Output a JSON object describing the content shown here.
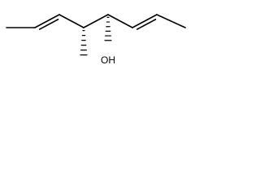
{
  "atoms": [
    {
      "id": "C1",
      "element": "C",
      "label": ""
    },
    {
      "id": "C2",
      "element": "C",
      "label": ""
    },
    {
      "id": "C3",
      "element": "C",
      "label": ""
    },
    {
      "id": "C4",
      "element": "C",
      "label": ""
    },
    {
      "id": "C5",
      "element": "C",
      "label": ""
    },
    {
      "id": "C6",
      "element": "C",
      "label": ""
    },
    {
      "id": "C7",
      "element": "C",
      "label": ""
    },
    {
      "id": "C8",
      "element": "C",
      "label": ""
    },
    {
      "id": "C9",
      "element": "C",
      "label": ""
    },
    {
      "id": "O1",
      "element": "O",
      "label": "OH"
    }
  ],
  "bonds": [
    {
      "from": "C1",
      "to": "C2",
      "order": 1,
      "stereo": "none"
    },
    {
      "from": "C2",
      "to": "C3",
      "order": 2,
      "stereo": "E"
    },
    {
      "from": "C3",
      "to": "C4",
      "order": 1,
      "stereo": "none"
    },
    {
      "from": "C4",
      "to": "C9",
      "order": 1,
      "stereo": "hash"
    },
    {
      "from": "C4",
      "to": "C5",
      "order": 1,
      "stereo": "none"
    },
    {
      "from": "C5",
      "to": "O1",
      "order": 1,
      "stereo": "hash"
    },
    {
      "from": "C5",
      "to": "C6",
      "order": 1,
      "stereo": "none"
    },
    {
      "from": "C6",
      "to": "C7",
      "order": 2,
      "stereo": "E"
    },
    {
      "from": "C7",
      "to": "C8",
      "order": 1,
      "stereo": "none"
    }
  ],
  "colors": {
    "bond": "#000000",
    "background": "#ffffff"
  }
}
